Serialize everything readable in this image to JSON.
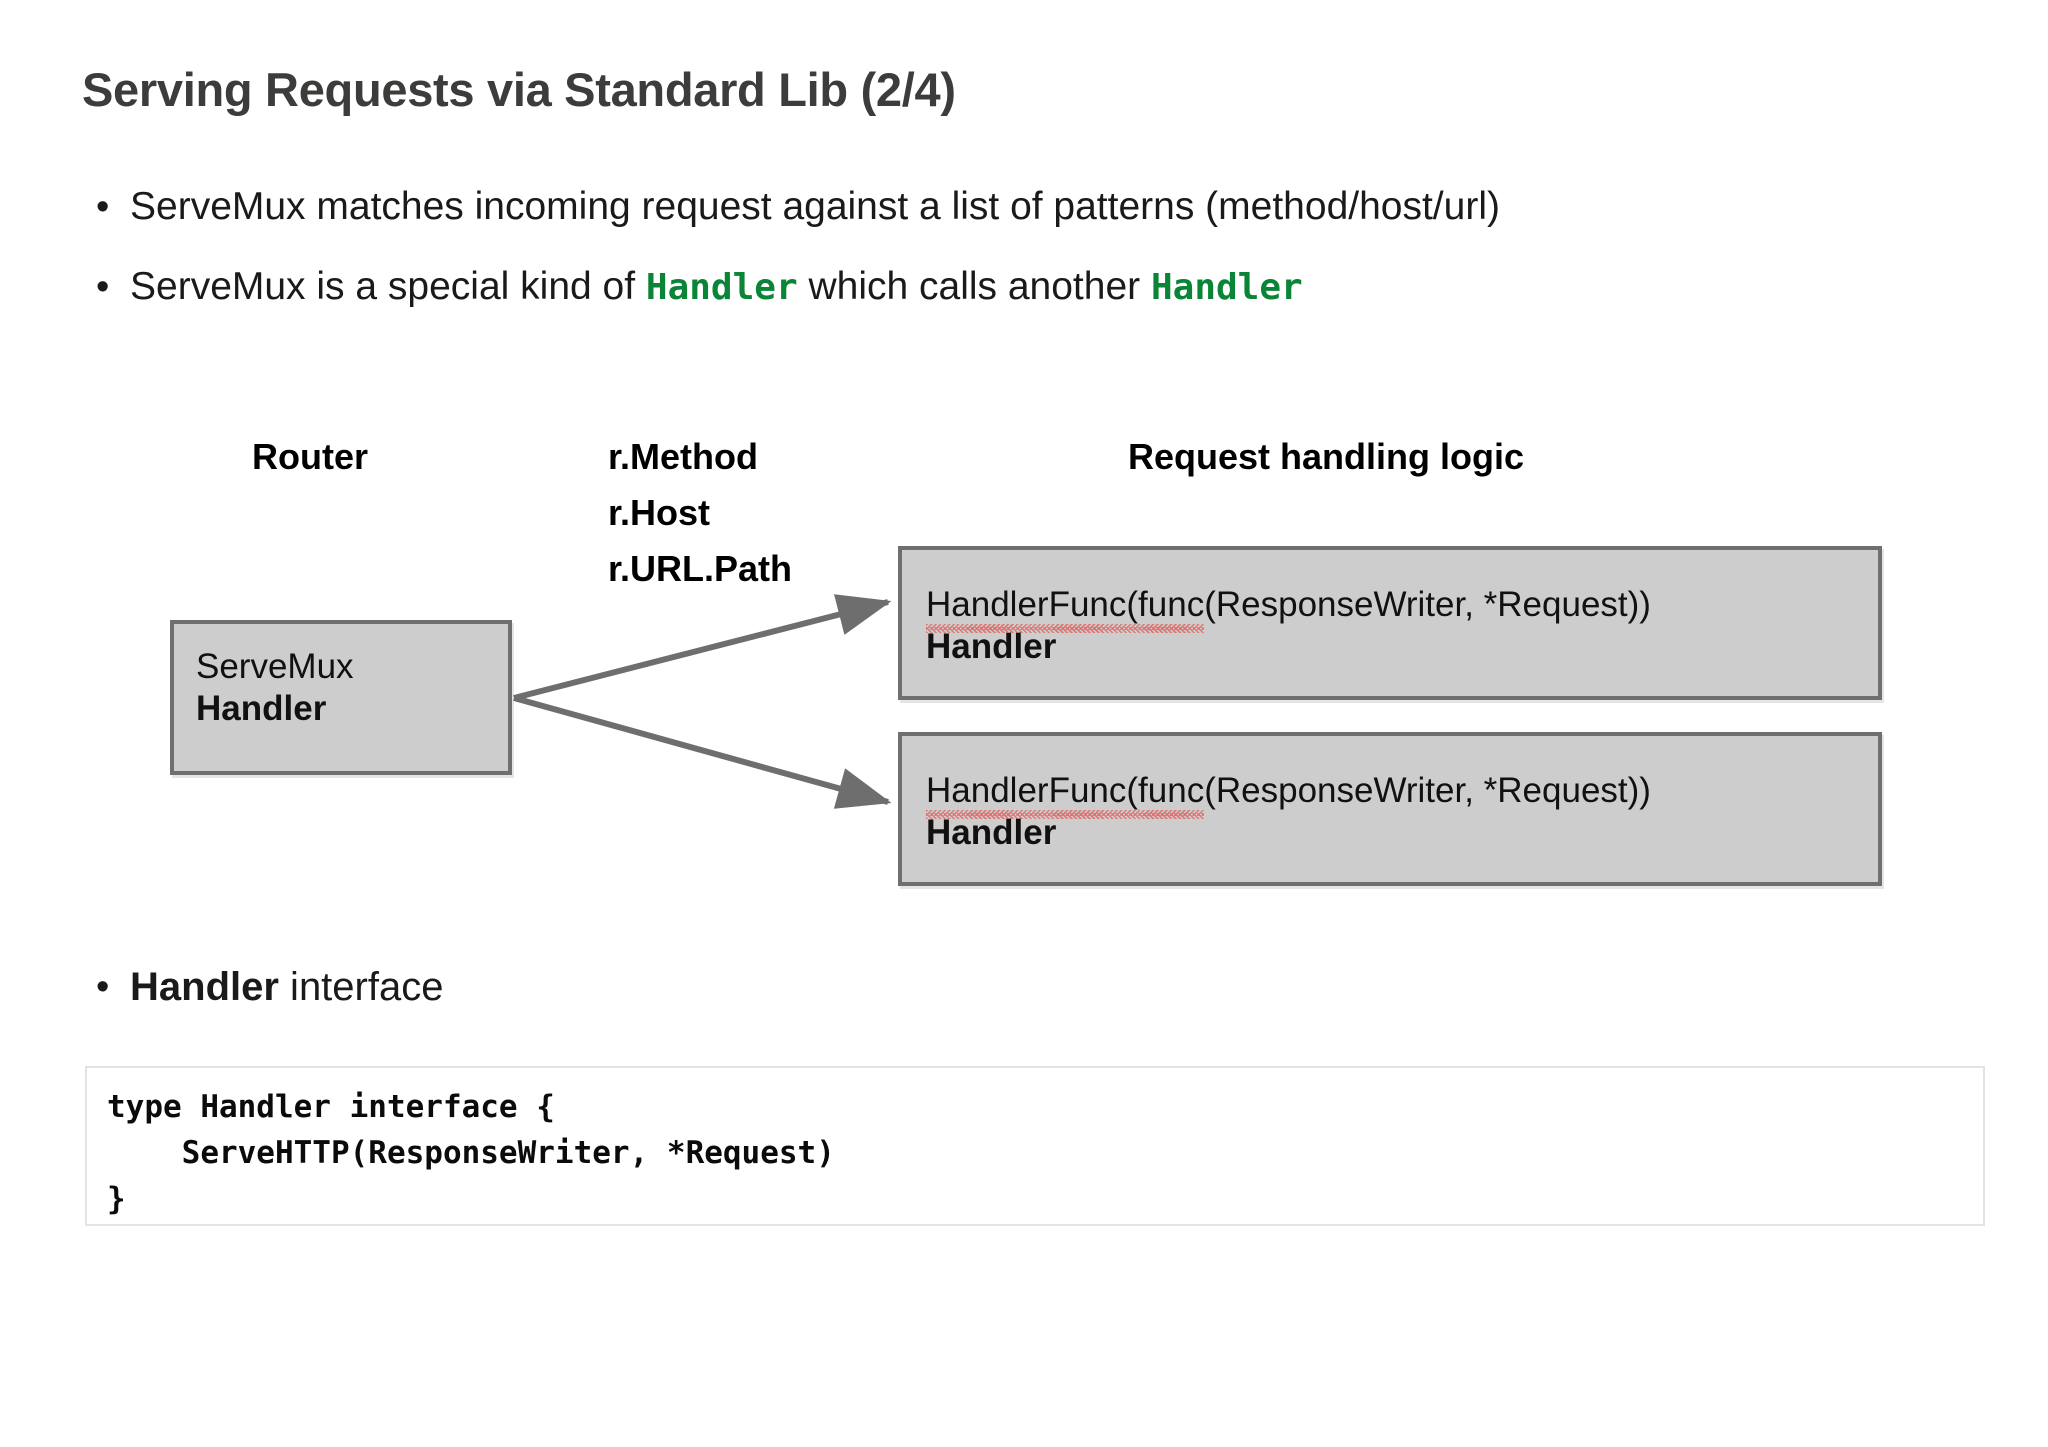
{
  "slide": {
    "title": "Serving Requests via Standard Lib (2/4)",
    "title_color": "#3c3c3b",
    "accent_code_color": "#0a8537"
  },
  "bullets_top": [
    {
      "marker": "•",
      "segments": [
        {
          "text": "ServeMux matches incoming request against a list of patterns (method/host/url)",
          "style": "plain"
        }
      ],
      "plain_text": "ServeMux matches incoming request against a list of patterns (method/host/url)"
    },
    {
      "marker": "•",
      "segments": [
        {
          "text": "ServeMux is a special kind of ",
          "style": "plain"
        },
        {
          "text": "Handler",
          "style": "code-green"
        },
        {
          "text": " which calls another ",
          "style": "plain"
        },
        {
          "text": "Handler",
          "style": "code-green"
        }
      ],
      "plain_text": "ServeMux is a special kind of Handler which calls another Handler"
    }
  ],
  "bullet_segments": {
    "b2_part1": "ServeMux is a special kind of ",
    "b2_code1": "Handler",
    "b2_part2": " which calls another ",
    "b2_code2": "Handler"
  },
  "diagram": {
    "headings": {
      "router": "Router",
      "request_fields": [
        "r.Method",
        "r.Host",
        "r.URL.Path"
      ],
      "logic": "Request handling logic"
    },
    "servemux_box": {
      "line1": "ServeMux",
      "line2": "Handler"
    },
    "handler_boxes": [
      {
        "line1": "HandlerFunc(func(ResponseWriter, *Request))",
        "line1_misspelled_part": "HandlerFunc(func",
        "line1_rest": "(ResponseWriter, *Request))",
        "line2": "Handler"
      },
      {
        "line1": "HandlerFunc(func(ResponseWriter, *Request))",
        "line1_misspelled_part": "HandlerFunc(func",
        "line1_rest": "(ResponseWriter, *Request))",
        "line2": "Handler"
      }
    ],
    "box_fill_color": "#cdcdcd",
    "box_border_color": "#6f6f6f",
    "arrow_color": "#6e6e6e",
    "spellcheck_underline_color": "#e0736f"
  },
  "bullet_lower": {
    "marker": "•",
    "bold_part": "Handler",
    "rest": " interface"
  },
  "code_block": {
    "lines": [
      "type Handler interface {",
      "    ServeHTTP(ResponseWriter, *Request)",
      "}"
    ],
    "line1": "type Handler interface {",
    "line2": "    ServeHTTP(ResponseWriter, *Request)",
    "line3": "}",
    "border_color": "#e3e3e3"
  }
}
